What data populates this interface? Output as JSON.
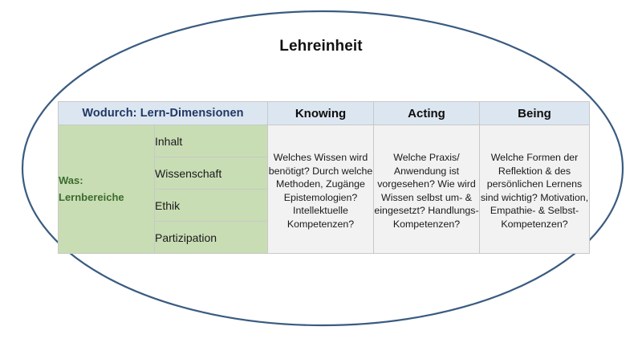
{
  "diagram": {
    "title": "Lehreinheit",
    "ellipse_color": "#3a5b80",
    "header_band_color": "#dce6f1",
    "green_color": "#c8ddb4",
    "cell_color": "#f2f2f2",
    "wodurch_text_color": "#1f3864",
    "was_text_color": "#3c6b2e"
  },
  "table": {
    "header_left": "Wodurch: Lern-Dimensionen",
    "dimension_headers": [
      "Knowing",
      "Acting",
      "Being"
    ],
    "was_label": "Was:\nLernbereiche",
    "was_label_line1": "Was:",
    "was_label_line2": "Lernbereiche",
    "lernbereiche": [
      "Inhalt",
      "Wissenschaft",
      "Ethik",
      "Partizipation"
    ],
    "cells": [
      "Welches Wissen wird benötigt? Durch welche Methoden, Zugänge Epistemologien? Intellektuelle Kompetenzen?",
      "Welche Praxis/ Anwendung ist vorgesehen? Wie wird Wissen selbst um- & eingesetzt? Handlungs-Kompetenzen?",
      "Welche Formen der Reflektion & des persönlichen Lernens sind wichtig? Motivation, Empathie- & Selbst-Kompetenzen?"
    ]
  }
}
